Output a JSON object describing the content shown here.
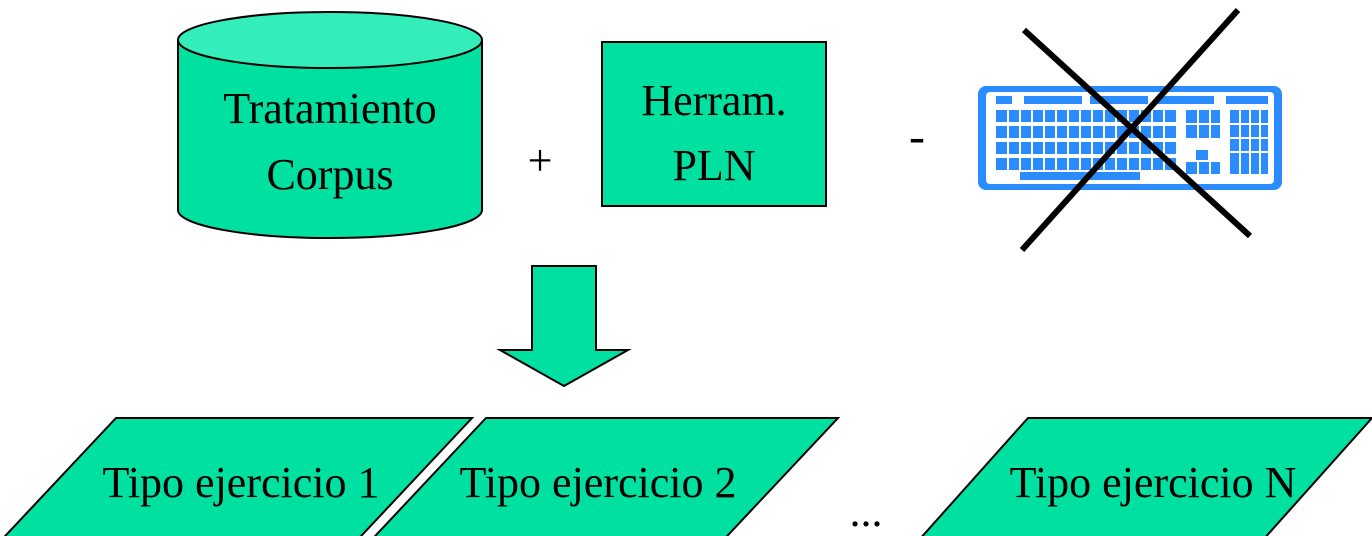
{
  "diagram": {
    "corpus": {
      "line1": "Tratamiento",
      "line2": "Corpus"
    },
    "plus": "+",
    "tools": {
      "line1": "Herram.",
      "line2": "PLN"
    },
    "minus": "-",
    "keyboard_icon": "keyboard-icon",
    "cross_icon": "cross-out-icon",
    "exercises": [
      {
        "label": "Tipo ejercicio 1"
      },
      {
        "label": "Tipo ejercicio 2"
      },
      {
        "label": "Tipo ejercicio N"
      }
    ],
    "ellipsis": "..."
  },
  "colors": {
    "shape_fill": "#00e0a0",
    "corpus_top": "#33eebb",
    "keyboard": "#2a8cff",
    "outline": "#000000"
  }
}
